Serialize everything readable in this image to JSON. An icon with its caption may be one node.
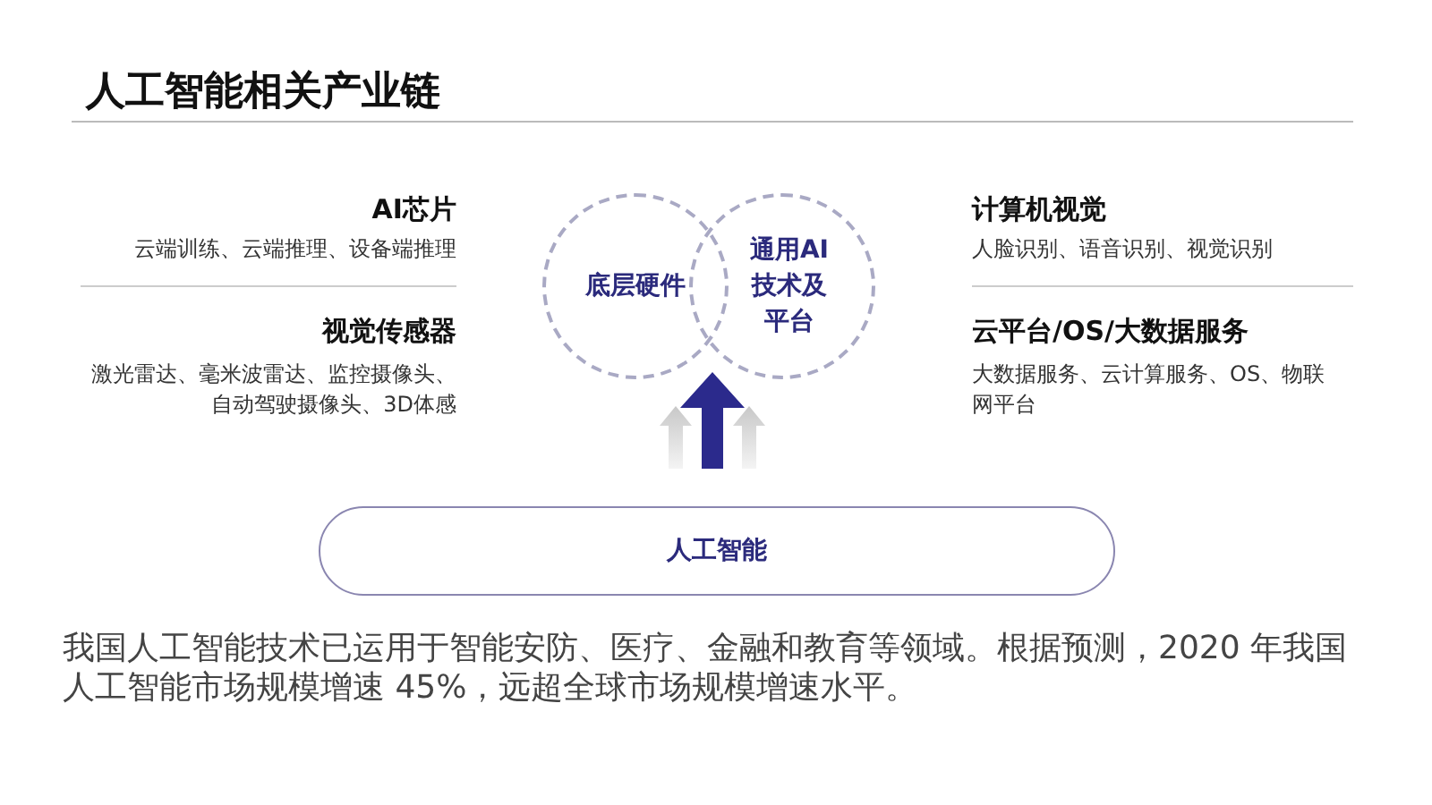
{
  "diagram": {
    "title": "人工智能相关产业链",
    "nodes": [
      {
        "text": [
          "底层硬件"
        ]
      },
      {
        "text": [
          "通用AI技术及平台"
        ]
      },
      {
        "text": [
          "人工智能"
        ]
      }
    ],
    "edges": [
      {
        "from": 2,
        "to": 0,
        "arrow": "to",
        "color": "#c8c8c8"
      },
      {
        "from": 2,
        "to": 1,
        "arrow": "to",
        "color": "#c8c8c8"
      },
      {
        "from": 2,
        "to": 0,
        "arrow": "to"
      },
      {
        "from": 2,
        "to": 1,
        "arrow": "to"
      }
    ],
    "labels": [
      "AI芯片",
      "云端训练、云端推理、设备端推理",
      "视觉传感器",
      "激光雷达、毫米波雷达、监控摄像头、自动驾驶摄像头、3D体感",
      "计算机视觉",
      "人脸识别、语音识别、视觉识别",
      "云平台/OS/大数据服务",
      "大数据服务、云计算服务、OS、物联网平台"
    ],
    "caption": "我国人工智能技术已运用于智能安防、医疗、金融和教育等领域。根据预测，2020 年我国人工智能市场规模增速 45%，远超全球市场规模增速水平。"
  }
}
